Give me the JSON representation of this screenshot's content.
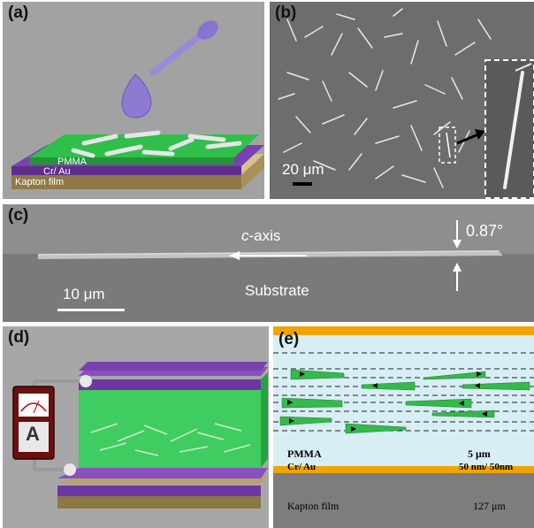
{
  "panel_a": {
    "label": "(a)",
    "layers": [
      "PMMA",
      "Cr/ Au",
      "Kapton film"
    ]
  },
  "panel_b": {
    "label": "(b)",
    "scale_bar": "20 μm"
  },
  "panel_c": {
    "label": "(c)",
    "axis_prefix": "c",
    "axis_suffix": "-axis",
    "angle": "0.87°",
    "scale_bar": "10 μm",
    "substrate": "Substrate"
  },
  "panel_d": {
    "label": "(d)",
    "meter_symbol": "A"
  },
  "panel_e": {
    "label": "(e)",
    "rows": [
      {
        "name": "PMMA",
        "value": "5 μm"
      },
      {
        "name": "Cr/ Au",
        "value": "50 nm/ 50nm"
      },
      {
        "name": "Kapton film",
        "value": "127 μm"
      }
    ]
  },
  "colors": {
    "panel_bg_gray": "#9c9c9c",
    "sem_gray": "#6d6d6d",
    "green": "#3bbf52",
    "purple": "#7b3fb0",
    "gold": "#a08a55",
    "cyan_bg": "#d8eef5",
    "orange": "#f0a400",
    "kapton_gray": "#7d7d7d"
  }
}
